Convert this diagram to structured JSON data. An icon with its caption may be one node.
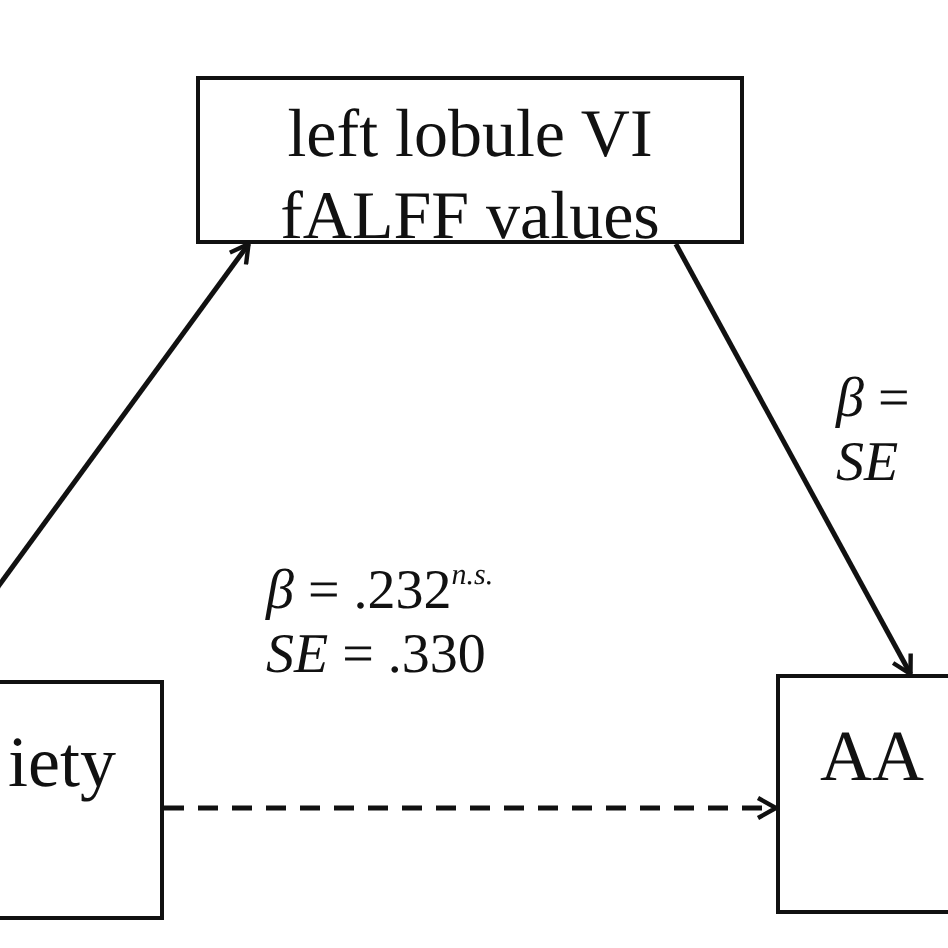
{
  "diagram": {
    "nodes": [
      {
        "text": [
          "left lobule VI fALFF values"
        ]
      },
      {
        "text": [
          "iety"
        ]
      },
      {
        "text": [
          "AA"
        ]
      }
    ],
    "edges": [
      {
        "from": 1,
        "to": 0,
        "arrow": "to"
      },
      {
        "from": 0,
        "to": 2,
        "arrow": "to",
        "label": "*β* = *SE*"
      },
      {
        "from": 1,
        "to": 2,
        "arrow": "to",
        "style": "dashed",
        "label": "*β* = .232$^{n.s.}$ *SE* = .330"
      }
    ]
  }
}
